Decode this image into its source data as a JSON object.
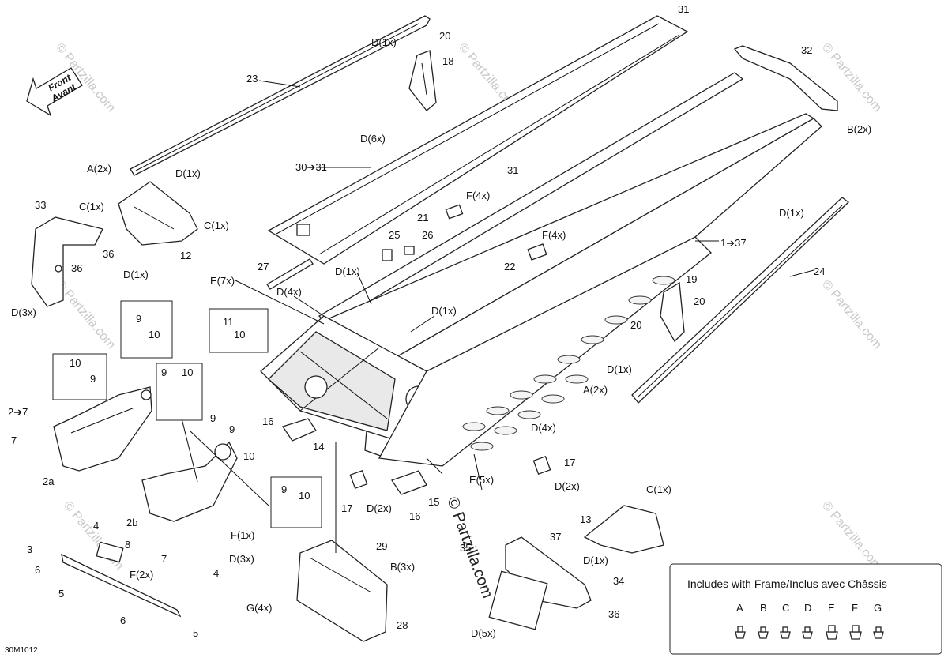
{
  "front_arrow": {
    "line1": "Front",
    "line2": "Avant"
  },
  "diagram_code": "30M1012",
  "watermark": "© Partzilla.com",
  "legend": {
    "title": "Includes with Frame/Inclus avec Châssis",
    "letters": [
      "A",
      "B",
      "C",
      "D",
      "E",
      "F",
      "G"
    ]
  },
  "callouts": [
    "31",
    "20",
    "D(1x)",
    "18",
    "23",
    "32",
    "D(6x)",
    "B(2x)",
    "30➔31",
    "31",
    "A(2x)",
    "D(1x)",
    "33",
    "C(1x)",
    "C(1x)",
    "36",
    "12",
    "36",
    "D(1x)",
    "D(3x)",
    "F(4x)",
    "21",
    "25",
    "26",
    "F(4x)",
    "22",
    "27",
    "1➔37",
    "D(1x)",
    "24",
    "E(7x)",
    "D(4x)",
    "D(1x)",
    "D(1x)",
    "19",
    "20",
    "20",
    "9",
    "10",
    "11",
    "10",
    "10",
    "9",
    "9",
    "10",
    "D(1x)",
    "A(2x)",
    "2➔7",
    "7",
    "9",
    "9",
    "10",
    "16",
    "14",
    "D(4x)",
    "17",
    "D(2x)",
    "E(5x)",
    "17",
    "D(2x)",
    "15",
    "16",
    "2a",
    "9",
    "10",
    "4",
    "2b",
    "F(1x)",
    "D(3x)",
    "7",
    "3",
    "8",
    "6",
    "F(2x)",
    "4",
    "5",
    "6",
    "5",
    "35",
    "29",
    "B(3x)",
    "G(4x)",
    "28",
    "37",
    "13",
    "C(1x)",
    "D(1x)",
    "34",
    "36",
    "D(5x)"
  ]
}
